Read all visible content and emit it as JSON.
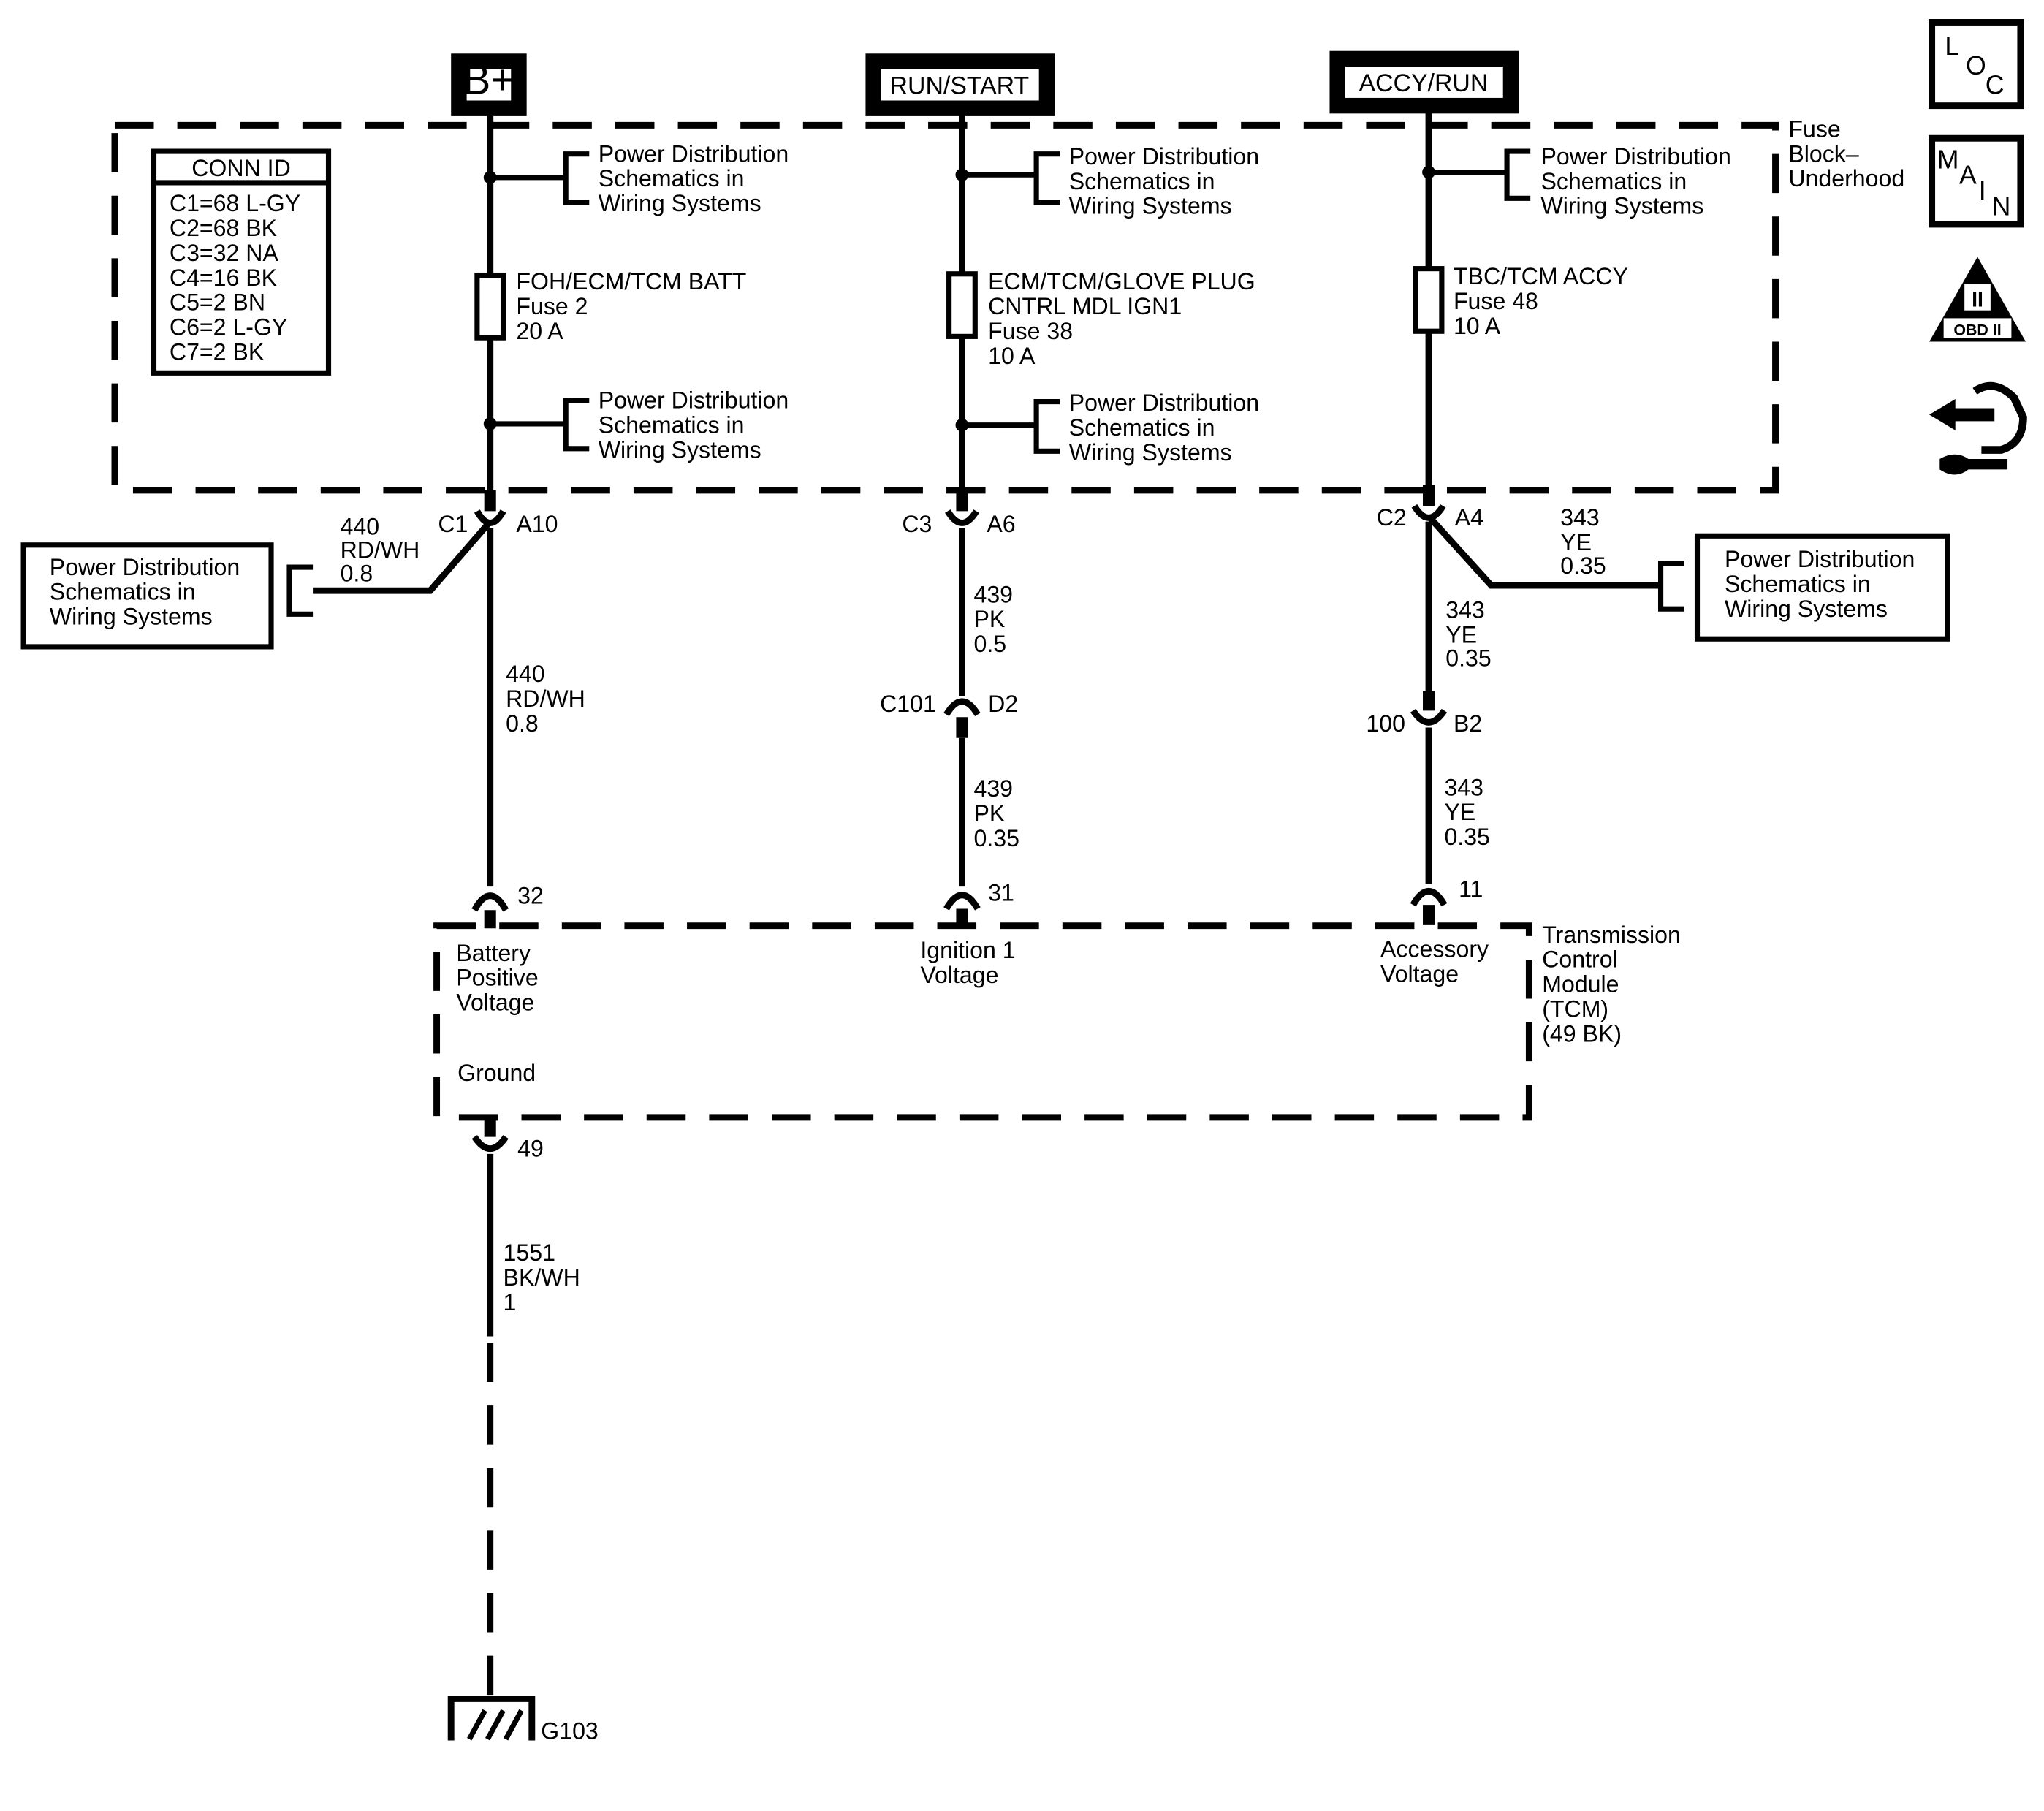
{
  "supplies": {
    "bplus": "B+",
    "runstart": "RUN/START",
    "accyrun": "ACCY/RUN"
  },
  "conn_id": {
    "title": "CONN ID",
    "rows": [
      "C1=68 L-GY",
      "C2=68 BK",
      "C3=32 NA",
      "C4=16 BK",
      "C5=2 BN",
      "C6=2 L-GY",
      "C7=2 BK"
    ]
  },
  "power_dist_ref": [
    "Power Distribution",
    "Schematics in",
    "Wiring Systems"
  ],
  "fuse_block": {
    "label": [
      "Fuse",
      "Block–",
      "Underhood"
    ],
    "fuses": [
      [
        "FOH/ECM/TCM BATT",
        "Fuse 2",
        "20 A"
      ],
      [
        "ECM/TCM/GLOVE PLUG",
        "CNTRL MDL IGN1",
        "Fuse 38",
        "10 A"
      ],
      [
        "TBC/TCM ACCY",
        "Fuse 48",
        "10 A"
      ]
    ]
  },
  "connectors": {
    "c1": "C1",
    "a10": "A10",
    "c3": "C3",
    "a6": "A6",
    "c2": "C2",
    "a4": "A4",
    "c101": "C101",
    "d2": "D2",
    "c100": "100",
    "b2": "B2",
    "pin32": "32",
    "pin31": "31",
    "pin11": "11",
    "pin49": "49"
  },
  "wires": {
    "w440_branch": [
      "440",
      "RD/WH",
      "0.8"
    ],
    "w440_main": [
      "440",
      "RD/WH",
      "0.8"
    ],
    "w439_upper": [
      "439",
      "PK",
      "0.5"
    ],
    "w439_lower": [
      "439",
      "PK",
      "0.35"
    ],
    "w343_branch": [
      "343",
      "YE",
      "0.35"
    ],
    "w343_mid": [
      "343",
      "YE",
      "0.35"
    ],
    "w343_lower": [
      "343",
      "YE",
      "0.35"
    ],
    "w1551": [
      "1551",
      "BK/WH",
      "1"
    ]
  },
  "tcm": {
    "label": [
      "Transmission",
      "Control",
      "Module",
      "(TCM)",
      "(49 BK)"
    ],
    "battery": [
      "Battery",
      "Positive",
      "Voltage"
    ],
    "ignition": [
      "Ignition 1",
      "Voltage"
    ],
    "accessory": [
      "Accessory",
      "Voltage"
    ],
    "ground": "Ground"
  },
  "ground_id": "G103",
  "side_icons": {
    "loc": [
      "L",
      "O",
      "C"
    ],
    "main": [
      "M",
      "A",
      "I",
      "N"
    ],
    "obd_numeral": "II",
    "obd_text": "OBD II"
  }
}
